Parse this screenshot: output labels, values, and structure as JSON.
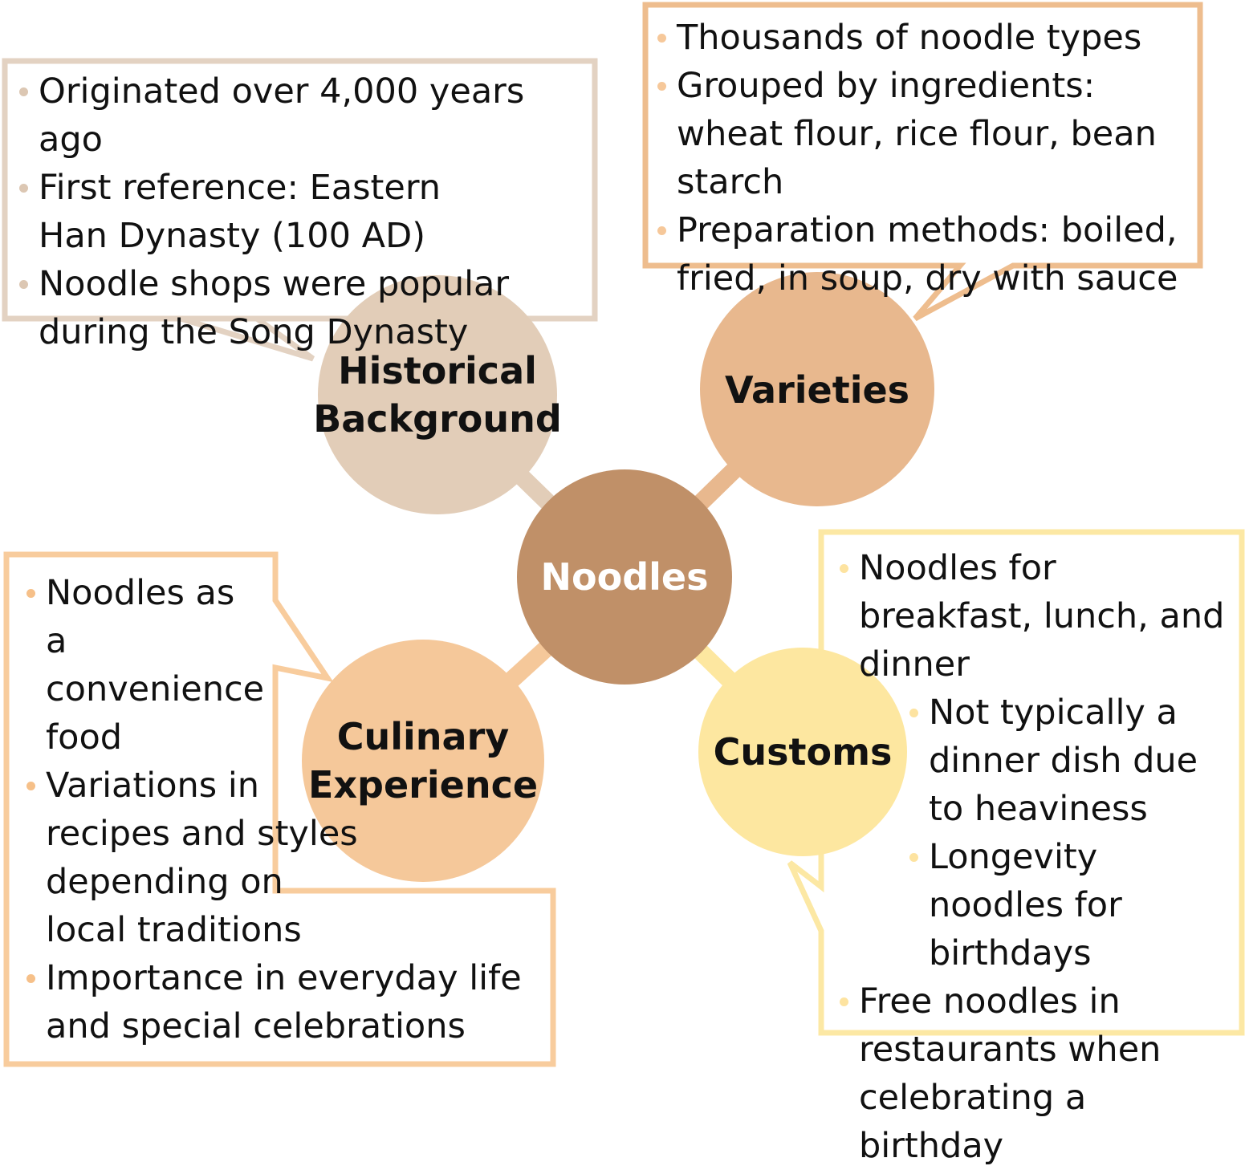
{
  "colors": {
    "center": "#c09068",
    "historical": "#e2cdb8",
    "varieties": "#e8b88e",
    "culinary": "#f5c89a",
    "customs": "#fde7a0",
    "historical_border": "#e3d2c2",
    "varieties_border": "#eebd8e",
    "culinary_border": "#f8cc9d",
    "customs_border": "#fce8a4"
  },
  "center": {
    "label": "Noodles"
  },
  "historical": {
    "label_lines": [
      "Historical",
      "Background"
    ],
    "bullets": [
      "Originated over 4,000 years ago",
      "First reference: Eastern Han Dynasty (100 AD)",
      "Noodle shops were popular during the Song Dynasty"
    ]
  },
  "varieties": {
    "label_lines": [
      "Varieties"
    ],
    "bullets": [
      "Thousands of noodle types",
      "Grouped by ingredients: wheat flour, rice flour, bean starch",
      "Preparation methods: boiled, fried, in soup, dry with sauce"
    ]
  },
  "culinary": {
    "label_lines": [
      "Culinary",
      "Experience"
    ],
    "bullets": [
      "Noodles as a convenience food",
      "Variations in recipes and styles depending on local traditions",
      "Importance in everyday life and special celebrations"
    ]
  },
  "customs": {
    "label_lines": [
      "Customs"
    ],
    "bullets": [
      "Noodles for breakfast, lunch, and dinner",
      "Not typically a dinner dish due to heaviness",
      "Longevity noodles for birthdays",
      "Free noodles in restaurants when celebrating a birthday"
    ]
  }
}
